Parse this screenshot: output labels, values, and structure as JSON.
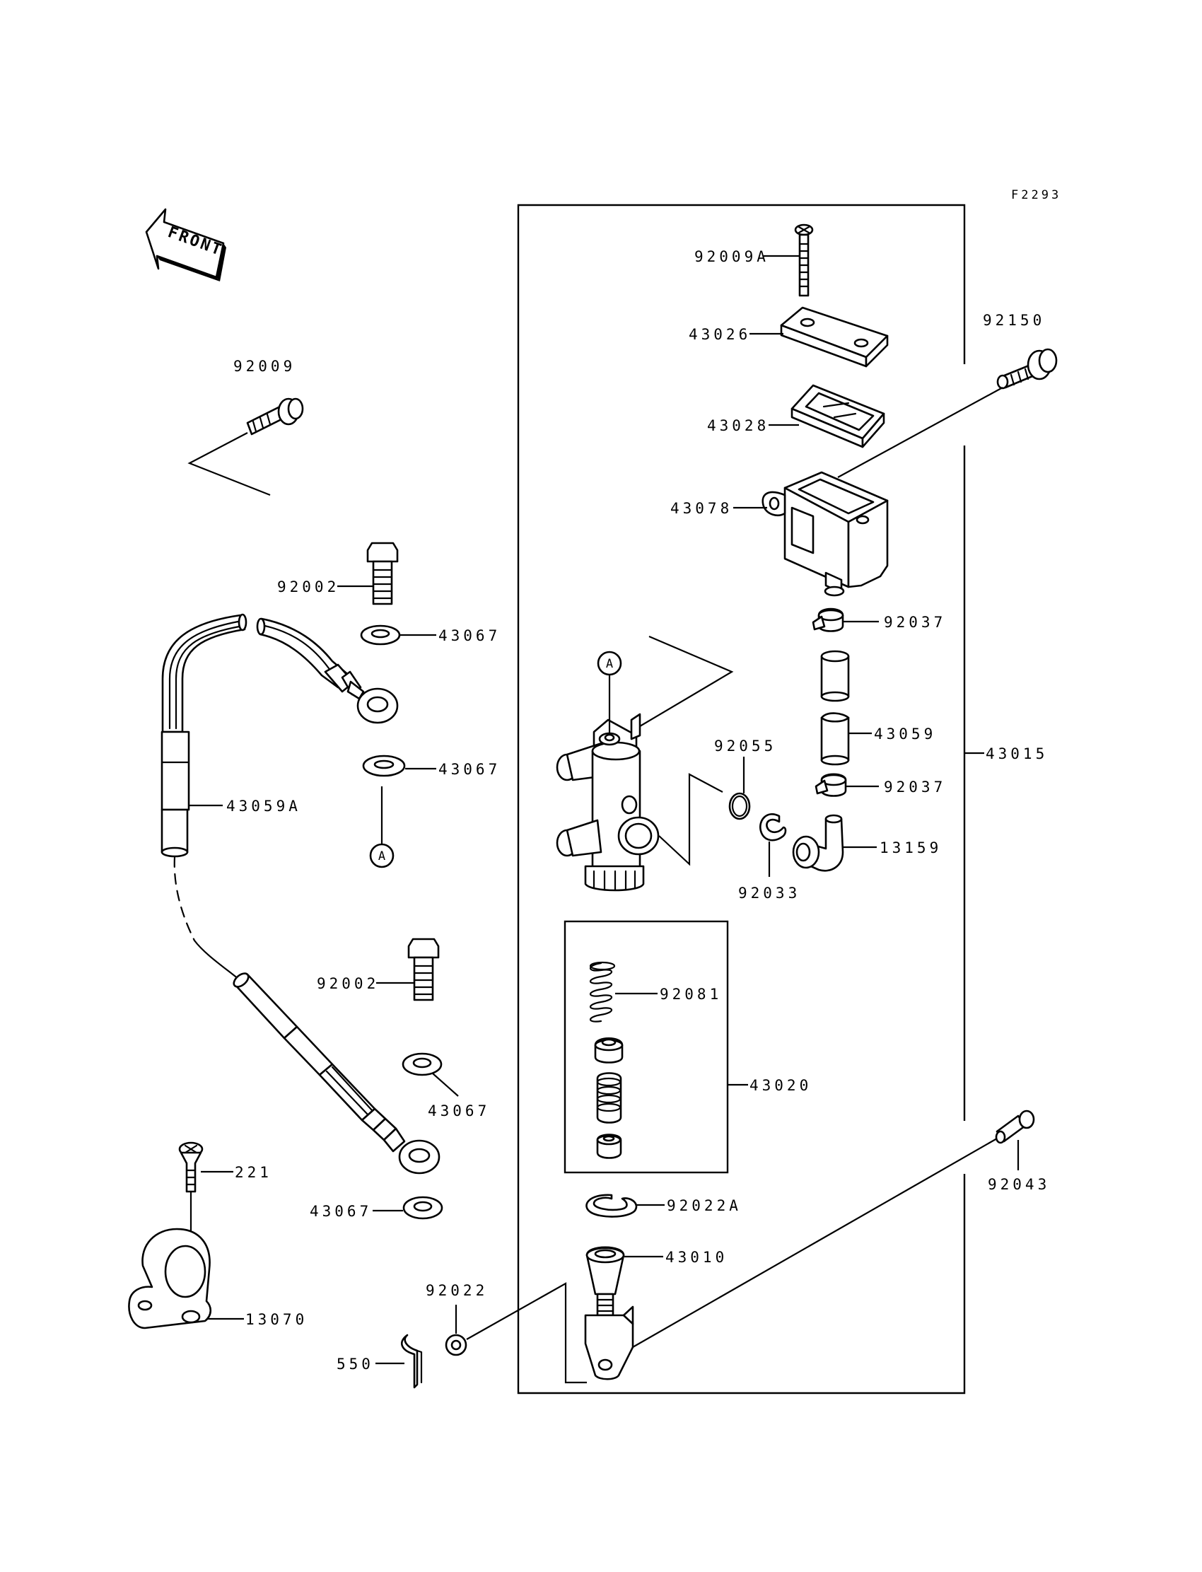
{
  "figure_code": "F2293",
  "front_label": "FRONT",
  "reference_mark": "A",
  "part_labels": {
    "p92009": "92009",
    "p92002_top": "92002",
    "p43067_a": "43067",
    "p43067_b": "43067",
    "p43059A": "43059A",
    "p92002_bottom": "92002",
    "p43067_c": "43067",
    "p43067_d": "43067",
    "p221": "221",
    "p13070": "13070",
    "p550": "550",
    "p92022": "92022",
    "p92009A": "92009A",
    "p43026": "43026",
    "p43028": "43028",
    "p43078": "43078",
    "p92150": "92150",
    "p92037_top": "92037",
    "p43059": "43059",
    "p92037_bottom": "92037",
    "p43015": "43015",
    "p92055": "92055",
    "p92033": "92033",
    "p13159": "13159",
    "p92081": "92081",
    "p43020": "43020",
    "p92022A": "92022A",
    "p43010": "43010",
    "p92043": "92043"
  }
}
